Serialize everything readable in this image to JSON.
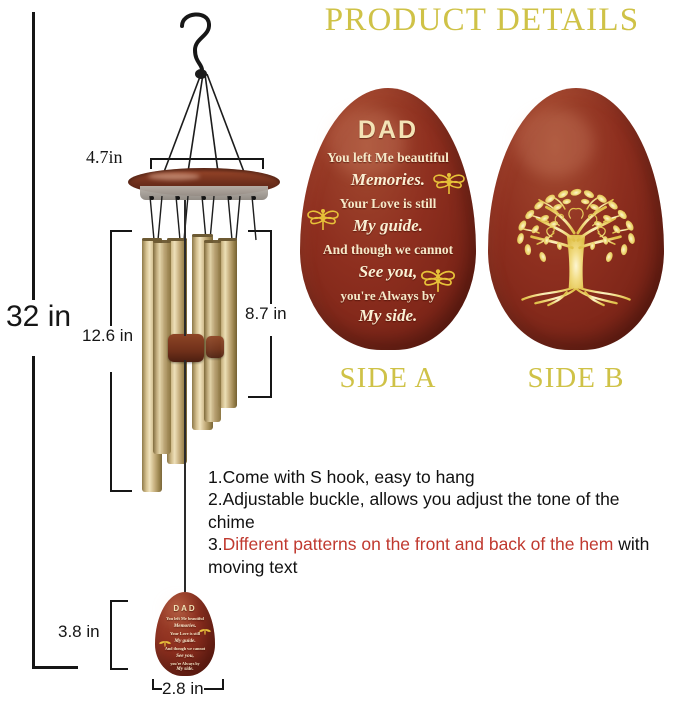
{
  "header": {
    "title": "PRODUCT DETAILS",
    "title_color": "#cfc247"
  },
  "dimensions": {
    "total_height": "32 in",
    "top_disc_width": "4.7in",
    "long_tube_length": "12.6 in",
    "short_tube_length": "8.7 in",
    "sail_height": "3.8 in",
    "sail_width": "2.8 in"
  },
  "sides": {
    "a": {
      "label": "SIDE A",
      "heading": "DAD",
      "lines": [
        "You left Me beautiful",
        "Memories.",
        "Your Love is still",
        "My guide.",
        "And though we cannot",
        "See you,",
        "you're Always by",
        "My side."
      ],
      "accent_motif": "dragonfly"
    },
    "b": {
      "label": "SIDE B",
      "motif": "tree-of-life"
    }
  },
  "features": {
    "items": [
      {
        "num": "1.",
        "text": "Come with S hook, easy to hang",
        "color": "black"
      },
      {
        "num": "2.",
        "text": "Adjustable buckle, allows you adjust the tone of the chime",
        "color": "black"
      },
      {
        "num": "3.",
        "text": "Different patterns on the front and back of the hem",
        "color": "red",
        "tail": " with moving text"
      }
    ]
  },
  "colors": {
    "sail_red": "#8e2f1f",
    "gold": "#cfc247",
    "tube_gold": "#bda870",
    "wood": "#7d3620",
    "red_text": "#c0392f"
  },
  "product": {
    "parts": {
      "hook": "s-hook",
      "disc": "wooden-hanger-disc",
      "tubes": "aluminum-chime-tubes",
      "clapper": "wooden-clapper",
      "sail": "engraved-wind-catcher"
    }
  }
}
